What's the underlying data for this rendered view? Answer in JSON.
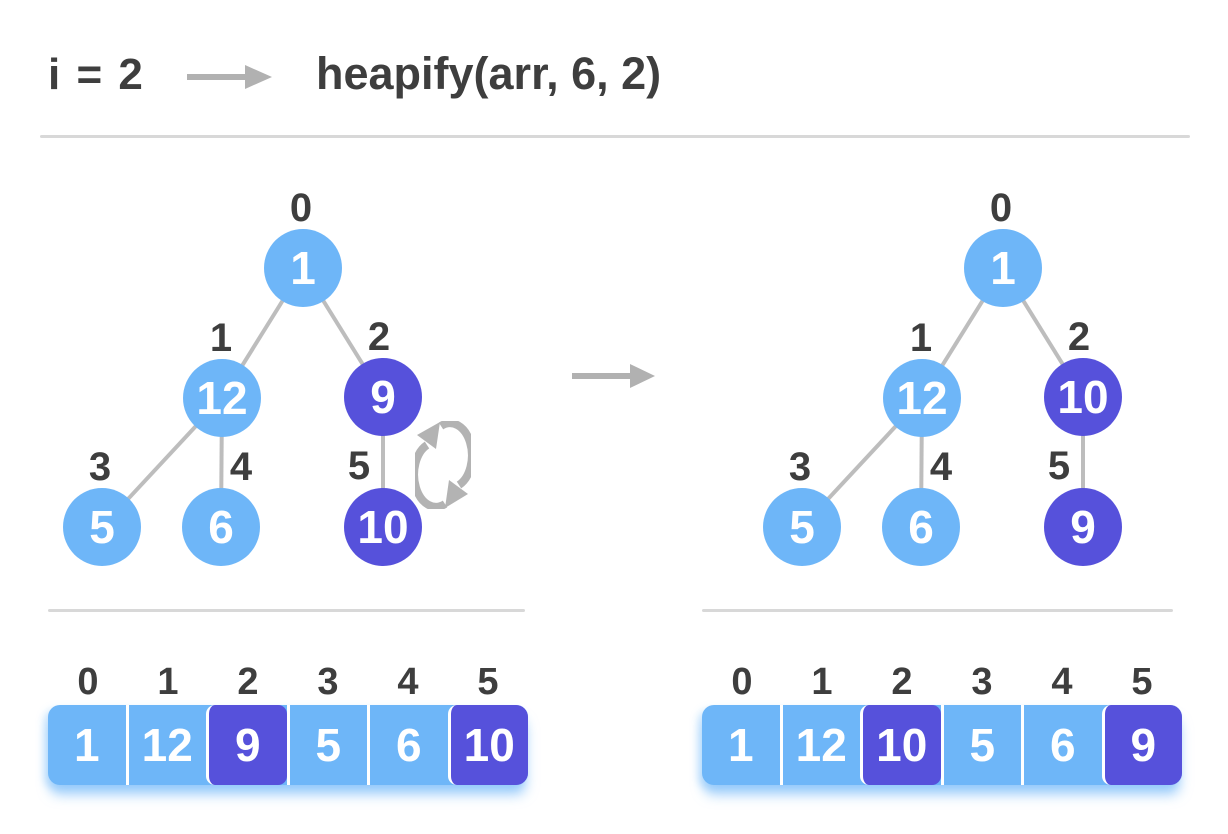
{
  "header": {
    "iteration_label": "i = 2",
    "call_label": "heapify(arr, 6, 2)"
  },
  "colors": {
    "node_light_blue": "#6EB6F8",
    "node_purple": "#5651DB",
    "text_dark": "#3E3E3E",
    "text_white": "#FFFFFF",
    "edge_gray": "#BDBDBD",
    "arrow_gray": "#B1B1B1",
    "divider_gray": "#D8D8D8"
  },
  "icons": {
    "flow_arrow": "right-arrow",
    "swap": "swap-cycle-arrows"
  },
  "left_tree": {
    "nodes": [
      {
        "index": "0",
        "value": "1",
        "color": "blue"
      },
      {
        "index": "1",
        "value": "12",
        "color": "blue"
      },
      {
        "index": "2",
        "value": "9",
        "color": "purple"
      },
      {
        "index": "3",
        "value": "5",
        "color": "blue"
      },
      {
        "index": "4",
        "value": "6",
        "color": "blue"
      },
      {
        "index": "5",
        "value": "10",
        "color": "purple"
      }
    ],
    "swap_between": [
      "9",
      "10"
    ]
  },
  "right_tree": {
    "nodes": [
      {
        "index": "0",
        "value": "1",
        "color": "blue"
      },
      {
        "index": "1",
        "value": "12",
        "color": "blue"
      },
      {
        "index": "2",
        "value": "10",
        "color": "purple"
      },
      {
        "index": "3",
        "value": "5",
        "color": "blue"
      },
      {
        "index": "4",
        "value": "6",
        "color": "blue"
      },
      {
        "index": "5",
        "value": "9",
        "color": "purple"
      }
    ]
  },
  "left_array": {
    "indices": [
      "0",
      "1",
      "2",
      "3",
      "4",
      "5"
    ],
    "values": [
      "1",
      "12",
      "9",
      "5",
      "6",
      "10"
    ],
    "highlighted_indices": [
      2,
      5
    ]
  },
  "right_array": {
    "indices": [
      "0",
      "1",
      "2",
      "3",
      "4",
      "5"
    ],
    "values": [
      "1",
      "12",
      "10",
      "5",
      "6",
      "9"
    ],
    "highlighted_indices": [
      2,
      5
    ]
  }
}
